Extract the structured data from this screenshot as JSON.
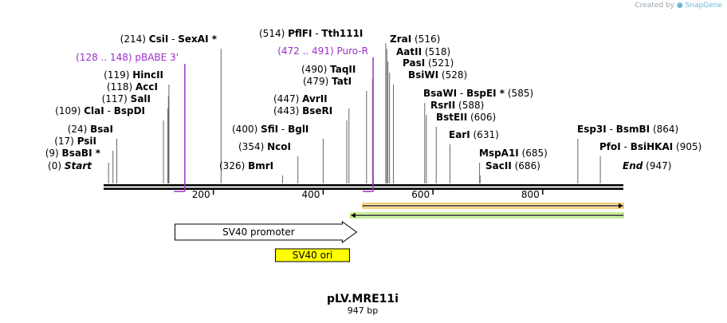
{
  "credit": {
    "prefix": "Created by",
    "brand": "SnapGene"
  },
  "plasmid": {
    "name": "pLV.MRE11i",
    "length_label": "947 bp",
    "length": 947
  },
  "axis": {
    "ticks": [
      {
        "pos": 200,
        "label": "200"
      },
      {
        "pos": 400,
        "label": "400"
      },
      {
        "pos": 600,
        "label": "600"
      },
      {
        "pos": 800,
        "label": "800"
      }
    ]
  },
  "sites": [
    {
      "id": "start",
      "pos": 0,
      "num": "(0)",
      "name": "Start",
      "it": true
    },
    {
      "id": "bsabi",
      "pos": 9,
      "num": "(9)",
      "name": "BsaBI *"
    },
    {
      "id": "psii",
      "pos": 17,
      "num": "(17)",
      "name": "PsiI"
    },
    {
      "id": "bsai",
      "pos": 24,
      "num": "(24)",
      "name": "BsaI"
    },
    {
      "id": "clai",
      "pos": 109,
      "num": "(109)",
      "name": "ClaI",
      "alt": "BspDI"
    },
    {
      "id": "sali",
      "pos": 117,
      "num": "(117)",
      "name": "SalI"
    },
    {
      "id": "acci",
      "pos": 118,
      "num": "(118)",
      "name": "AccI"
    },
    {
      "id": "hincii",
      "pos": 119,
      "num": "(119)",
      "name": "HincII"
    },
    {
      "id": "csii",
      "pos": 214,
      "num": "(214)",
      "name": "CsiI",
      "alt": "SexAI *"
    },
    {
      "id": "bmri",
      "pos": 326,
      "num": "(326)",
      "name": "BmrI",
      "right": true
    },
    {
      "id": "ncoi",
      "pos": 354,
      "num": "(354)",
      "name": "NcoI",
      "right": true
    },
    {
      "id": "sfii",
      "pos": 400,
      "num": "(400)",
      "name": "SfiI",
      "alt": "BglI",
      "right": true
    },
    {
      "id": "bseri",
      "pos": 443,
      "num": "(443)",
      "name": "BseRI",
      "right": true
    },
    {
      "id": "avrii",
      "pos": 447,
      "num": "(447)",
      "name": "AvrII",
      "right": true
    },
    {
      "id": "tati",
      "pos": 479,
      "num": "(479)",
      "name": "TatI",
      "right": true
    },
    {
      "id": "taqii",
      "pos": 490,
      "num": "(490)",
      "name": "TaqII",
      "right": true
    },
    {
      "id": "pflfi",
      "pos": 514,
      "num": "(514)",
      "name": "PflFI",
      "alt": "Tth111I",
      "right": true
    },
    {
      "id": "zrai",
      "pos": 516,
      "num": "(516)",
      "name": "ZraI"
    },
    {
      "id": "aatii",
      "pos": 518,
      "num": "(518)",
      "name": "AatII"
    },
    {
      "id": "pasi",
      "pos": 521,
      "num": "(521)",
      "name": "PasI"
    },
    {
      "id": "bsiwi",
      "pos": 528,
      "num": "(528)",
      "name": "BsiWI"
    },
    {
      "id": "bsawi",
      "pos": 585,
      "num": "(585)",
      "name": "BsaWI",
      "alt": "BspEI *"
    },
    {
      "id": "rsrii",
      "pos": 588,
      "num": "(588)",
      "name": "RsrII"
    },
    {
      "id": "bsteii",
      "pos": 606,
      "num": "(606)",
      "name": "BstEII"
    },
    {
      "id": "eari",
      "pos": 631,
      "num": "(631)",
      "name": "EarI"
    },
    {
      "id": "mspa1i",
      "pos": 685,
      "num": "(685)",
      "name": "MspA1I"
    },
    {
      "id": "sacii",
      "pos": 686,
      "num": "(686)",
      "name": "SacII"
    },
    {
      "id": "esp3i",
      "pos": 864,
      "num": "(864)",
      "name": "Esp3I",
      "alt": "BsmBI"
    },
    {
      "id": "pfoi",
      "pos": 905,
      "num": "(905)",
      "name": "PfoI",
      "alt": "BsiHKAI"
    },
    {
      "id": "end",
      "pos": 947,
      "num": "(947)",
      "name": "End",
      "it": true
    }
  ],
  "primers": [
    {
      "id": "pbabe3",
      "range": "(128 .. 148)",
      "name": "pBABE 3'",
      "start": 128,
      "end": 148,
      "color": "#9a30c8"
    },
    {
      "id": "puror",
      "range": "(472 .. 491)",
      "name": "Puro-R",
      "start": 472,
      "end": 491,
      "color": "#9a30c8"
    }
  ],
  "features": [
    {
      "id": "sv40-promoter",
      "name": "SV40 promoter",
      "start": 130,
      "end": 461,
      "fill": "#ffffff",
      "stroke": "#000000",
      "shape": "arrow-right"
    },
    {
      "id": "sv40-ori",
      "name": "SV40 ori",
      "start": 313,
      "end": 448,
      "fill": "#ffff00",
      "stroke": "#000000",
      "shape": "box"
    },
    {
      "id": "orange-arrow",
      "name": "",
      "start": 472,
      "end": 947,
      "fill": "#f0a000",
      "stroke": "#000000",
      "shape": "thin-arrow-right"
    },
    {
      "id": "green-arrow",
      "name": "",
      "start": 450,
      "end": 947,
      "fill": "#90e030",
      "stroke": "#000000",
      "shape": "thin-arrow-left"
    }
  ]
}
